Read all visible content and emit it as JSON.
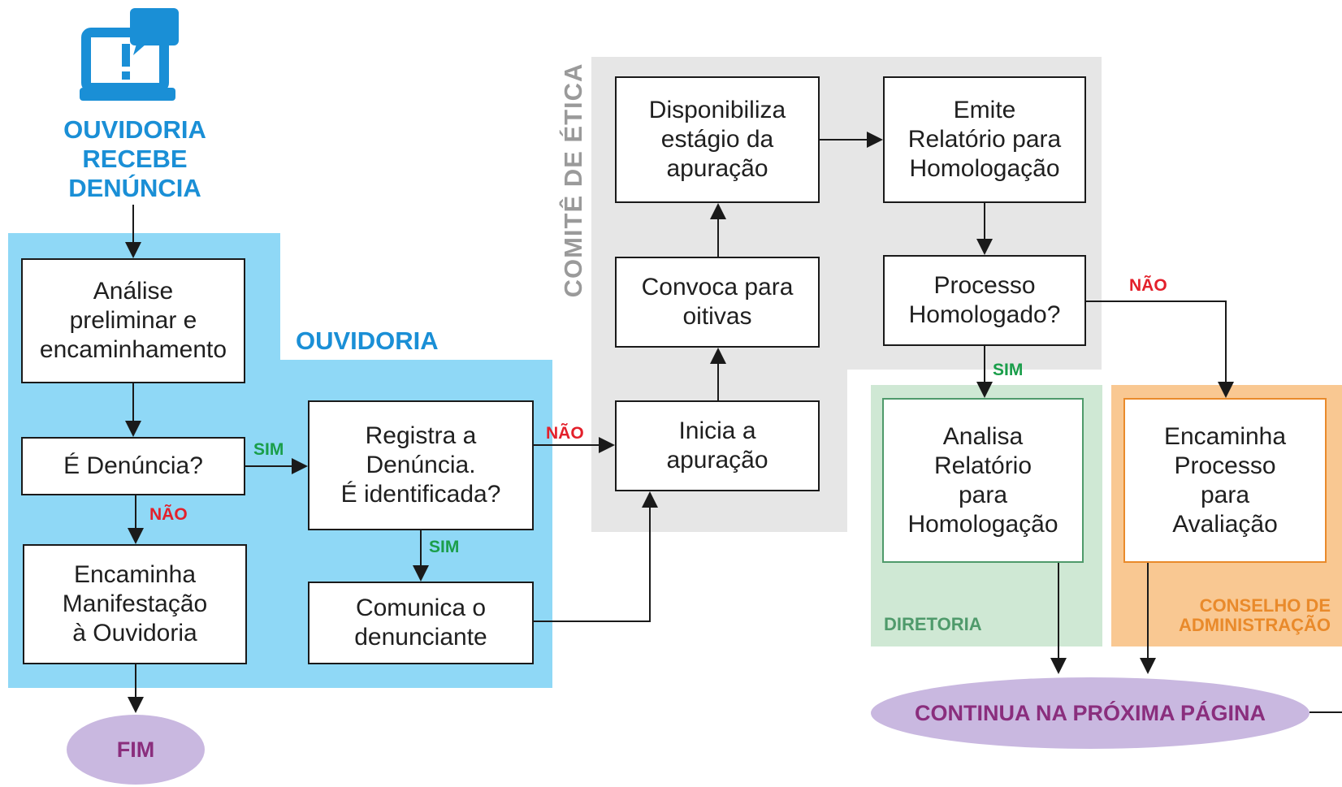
{
  "colors": {
    "ouvidoria_region": "#8fd8f6",
    "comite_region": "#e6e6e6",
    "diretoria_region": "#cfe8d4",
    "conselho_region": "#f9c892",
    "ellipse": "#c9b8e0",
    "ellipse_text": "#8a2e7d",
    "blue_text": "#1a8fd6",
    "sim": "#1a9e4a",
    "nao": "#e3202b",
    "diretoria_text": "#4f9a6b",
    "conselho_text": "#e98a2b",
    "comite_text": "#9a9a9a"
  },
  "header": {
    "icon": "computer-alert-icon",
    "title": "OUVIDORIA\nRECEBE\nDENÚNCIA"
  },
  "regions": {
    "ouvidoria": "OUVIDORIA",
    "comite": "COMITÊ DE ÉTICA",
    "diretoria": "DIRETORIA",
    "conselho": "CONSELHO DE\nADMINISTRAÇÃO"
  },
  "boxes": {
    "analise": "Análise\npreliminar e\nencaminhamento",
    "e_denuncia": "É Denúncia?",
    "encaminha_manifestacao": "Encaminha\nManifestação\nà Ouvidoria",
    "registra": "Registra a\nDenúncia.\nÉ identificada?",
    "comunica": "Comunica o\ndenunciante",
    "inicia": "Inicia a\napuração",
    "convoca": "Convoca para\noitivas",
    "disponibiliza": "Disponibiliza\nestágio da\napuração",
    "emite": "Emite\nRelatório para\nHomologação",
    "processo_homologado": "Processo\nHomologado?",
    "analisa": "Analisa\nRelatório\npara\nHomologação",
    "encaminha_processo": "Encaminha\nProcesso\npara\nAvaliação"
  },
  "edge_labels": {
    "sim_1": "SIM",
    "nao_1": "NÃO",
    "sim_2": "SIM",
    "nao_2": "NÃO",
    "sim_3": "SIM",
    "nao_3": "NÃO"
  },
  "terminals": {
    "fim": "FIM",
    "continua": "CONTINUA NA PRÓXIMA PÁGINA"
  }
}
